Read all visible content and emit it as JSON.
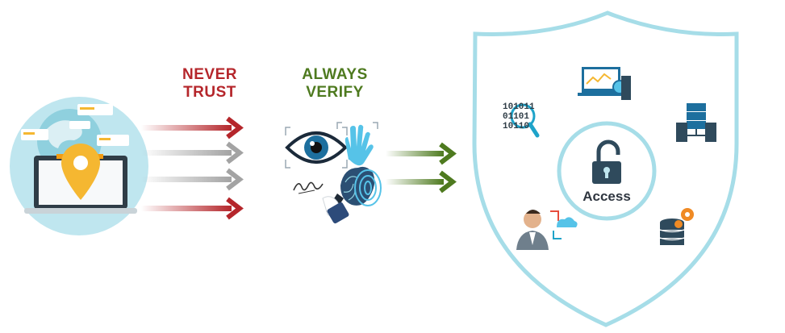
{
  "labels": {
    "never": [
      "NEVER",
      "TRUST"
    ],
    "always": [
      "ALWAYS",
      "VERIFY"
    ],
    "access": "Access"
  },
  "binary_code": [
    "101011",
    "01101",
    "10110"
  ],
  "colors": {
    "never": "#b5262b",
    "always": "#4e7a1f",
    "gray_arrow": "#a3a3a3",
    "shield_outline": "#a6dde8",
    "access_ring": "#a6dde8",
    "lock": "#2f4a5c",
    "tile_blue": "#1d6f9e",
    "circle_bg": "#bfe6ef"
  },
  "icons": [
    "laptop-location-icon",
    "eye-scan-icon",
    "hand-scan-icon",
    "signature-icon",
    "fingerprint-brain-icon",
    "binary-search-icon",
    "monitor-settings-icon",
    "server-network-icon",
    "lock-icon",
    "user-cloud-icon",
    "database-gear-icon",
    "shield-icon"
  ]
}
